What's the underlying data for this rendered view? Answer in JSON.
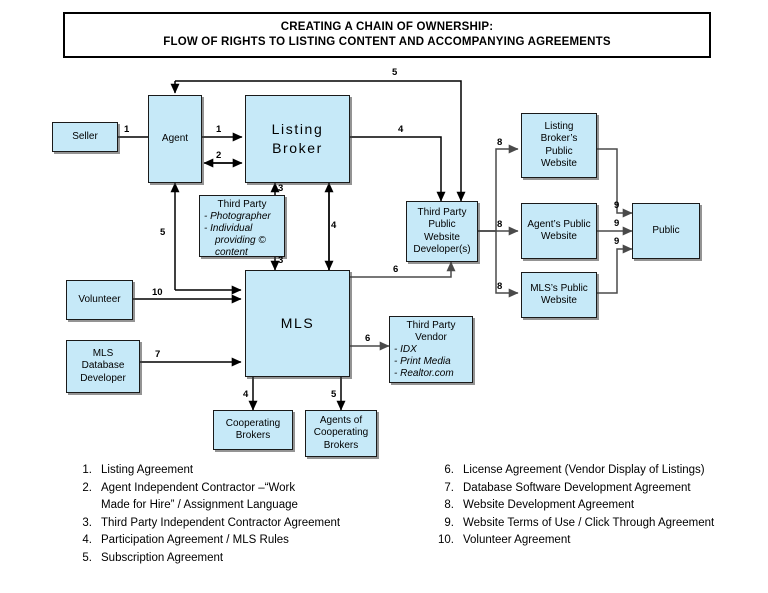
{
  "title": {
    "line1": "CREATING A CHAIN OF OWNERSHIP:",
    "line2": "FLOW OF RIGHTS TO LISTING CONTENT AND ACCOMPANYING AGREEMENTS"
  },
  "colors": {
    "node_fill": "#c6e9f8",
    "node_border": "#1a1a1a",
    "wire": "#000000",
    "page_bg": "#ffffff"
  },
  "chart_data": {
    "type": "diagram",
    "title": "CREATING A CHAIN OF OWNERSHIP: FLOW OF RIGHTS TO LISTING CONTENT AND ACCOMPANYING AGREEMENTS",
    "nodes": [
      {
        "id": "seller",
        "label": "Seller"
      },
      {
        "id": "agent",
        "label": "Agent"
      },
      {
        "id": "listing_broker",
        "label": "Listing Broker",
        "line1": "Listing",
        "line2": "Broker"
      },
      {
        "id": "third_party",
        "heading": "Third Party",
        "items": [
          "-  Photographer",
          "-  Individual providing © content"
        ]
      },
      {
        "id": "volunteer",
        "label": "Volunteer"
      },
      {
        "id": "mls_db_dev",
        "label": "MLS Database Developer",
        "line1": "MLS",
        "line2": "Database",
        "line3": "Developer"
      },
      {
        "id": "mls",
        "label": "MLS"
      },
      {
        "id": "cooperating_brokers",
        "label": "Cooperating Brokers",
        "line1": "Cooperating",
        "line2": "Brokers"
      },
      {
        "id": "agents_of_cooperating_brokers",
        "label": "Agents of Cooperating Brokers",
        "line1": "Agents of",
        "line2": "Cooperating",
        "line3": "Brokers"
      },
      {
        "id": "tp_website_dev",
        "label": "Third Party Public Website Developer(s)",
        "line1": "Third Party",
        "line2": "Public",
        "line3": "Website",
        "line4": "Developer(s)"
      },
      {
        "id": "tp_vendor",
        "heading": "Third Party Vendor",
        "h1": "Third Party",
        "h2": "Vendor",
        "items": [
          "-  IDX",
          "-  Print Media",
          "-  Realtor.com"
        ]
      },
      {
        "id": "lb_public_site",
        "label": "Listing Broker's Public Website",
        "line1": "Listing",
        "line2": "Broker’s",
        "line3": "Public",
        "line4": "Website"
      },
      {
        "id": "agent_public_site",
        "label": "Agent's Public Website",
        "line1": "Agent’s Public",
        "line2": "Website"
      },
      {
        "id": "mls_public_site",
        "label": "MLS's Public Website",
        "line1": "MLS’s Public",
        "line2": "Website"
      },
      {
        "id": "public",
        "label": "Public"
      }
    ],
    "edges": [
      {
        "from": "seller",
        "to": "agent",
        "label": "1"
      },
      {
        "from": "agent",
        "to": "listing_broker",
        "label": "1"
      },
      {
        "from": "agent",
        "to": "listing_broker",
        "label": "2",
        "bidirectional": true
      },
      {
        "from": "third_party",
        "to": "listing_broker",
        "label": "3"
      },
      {
        "from": "third_party",
        "to": "mls",
        "label": "3"
      },
      {
        "from": "listing_broker",
        "to": "mls",
        "label": "4",
        "bidirectional": true
      },
      {
        "from": "mls",
        "to": "agent",
        "label": "5"
      },
      {
        "from": "listing_broker",
        "to": "tp_website_dev",
        "label": "4"
      },
      {
        "from": "listing_broker",
        "to": "tp_website_dev",
        "label": "5"
      },
      {
        "from": "mls",
        "to": "tp_website_dev",
        "label": "6"
      },
      {
        "from": "mls",
        "to": "tp_vendor",
        "label": "6"
      },
      {
        "from": "volunteer",
        "to": "mls",
        "label": "10"
      },
      {
        "from": "mls_db_dev",
        "to": "mls",
        "label": "7"
      },
      {
        "from": "mls",
        "to": "cooperating_brokers",
        "label": "4"
      },
      {
        "from": "mls",
        "to": "agents_of_cooperating_brokers",
        "label": "5"
      },
      {
        "from": "tp_website_dev",
        "to": "lb_public_site",
        "label": "8"
      },
      {
        "from": "tp_website_dev",
        "to": "agent_public_site",
        "label": "8"
      },
      {
        "from": "tp_website_dev",
        "to": "mls_public_site",
        "label": "8"
      },
      {
        "from": "lb_public_site",
        "to": "public",
        "label": "9"
      },
      {
        "from": "agent_public_site",
        "to": "public",
        "label": "9"
      },
      {
        "from": "mls_public_site",
        "to": "public",
        "label": "9"
      }
    ]
  },
  "nodes": {
    "seller": {
      "l1": "Seller"
    },
    "agent": {
      "l1": "Agent"
    },
    "listing_broker": {
      "l1": "Listing",
      "l2": "Broker"
    },
    "third_party": {
      "hd": "Third Party",
      "i1": "-  Photographer",
      "i2": "-  Individual",
      "i3": "providing ©",
      "i4": "content"
    },
    "volunteer": {
      "l1": "Volunteer"
    },
    "mls_db_dev": {
      "l1": "MLS",
      "l2": "Database",
      "l3": "Developer"
    },
    "mls": {
      "l1": "MLS"
    },
    "cooperating_brokers": {
      "l1": "Cooperating",
      "l2": "Brokers"
    },
    "agents_coop": {
      "l1": "Agents of",
      "l2": "Cooperating",
      "l3": "Brokers"
    },
    "tp_website_dev": {
      "l1": "Third Party",
      "l2": "Public",
      "l3": "Website",
      "l4": "Developer(s)"
    },
    "tp_vendor": {
      "h1": "Third Party",
      "h2": "Vendor",
      "i1": "-  IDX",
      "i2": "-  Print Media",
      "i3": "-  Realtor.com"
    },
    "lb_public_site": {
      "l1": "Listing",
      "l2": "Broker’s",
      "l3": "Public",
      "l4": "Website"
    },
    "agent_public_site": {
      "l1": "Agent’s Public",
      "l2": "Website"
    },
    "mls_public_site": {
      "l1": "MLS’s Public",
      "l2": "Website"
    },
    "public": {
      "l1": "Public"
    }
  },
  "edge_labels": {
    "seller_agent": "1",
    "agent_lb_1": "1",
    "agent_lb_2": "2",
    "tp_lb_3": "3",
    "tp_mls_3": "3",
    "lb_mls_4": "4",
    "mls_agent_5": "5",
    "lb_dev_4": "4",
    "lb_dev_5": "5",
    "mls_dev_6": "6",
    "mls_vendor_6": "6",
    "volunteer_10": "10",
    "dbdev_7": "7",
    "mls_coop_4": "4",
    "mls_agentscoop_5": "5",
    "dev_lb_site_8": "8",
    "dev_agent_site_8": "8",
    "dev_mls_site_8": "8",
    "lb_site_public_9": "9",
    "agent_site_public_9": "9",
    "mls_site_public_9": "9"
  },
  "legend": {
    "left": [
      {
        "num": "1.",
        "text": "Listing Agreement",
        "cont": ""
      },
      {
        "num": "2.",
        "text": "Agent Independent Contractor –“Work",
        "cont": "Made for Hire” / Assignment Language"
      },
      {
        "num": "3.",
        "text": "Third Party Independent Contractor Agreement",
        "cont": ""
      },
      {
        "num": "4.",
        "text": "Participation Agreement / MLS Rules",
        "cont": ""
      },
      {
        "num": "5.",
        "text": "Subscription Agreement",
        "cont": ""
      }
    ],
    "right": [
      {
        "num": "6.",
        "text": "License Agreement (Vendor Display of Listings)",
        "cont": ""
      },
      {
        "num": "7.",
        "text": "Database Software Development Agreement",
        "cont": ""
      },
      {
        "num": "8.",
        "text": "Website Development Agreement",
        "cont": ""
      },
      {
        "num": "9.",
        "text": "Website Terms of Use / Click Through Agreement",
        "cont": ""
      },
      {
        "num": "10.",
        "text": "Volunteer Agreement",
        "cont": ""
      }
    ]
  }
}
